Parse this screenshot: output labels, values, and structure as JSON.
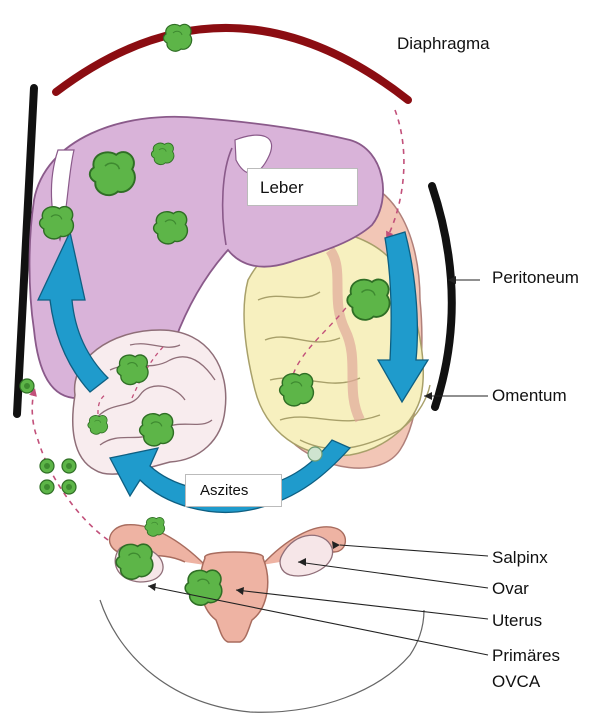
{
  "labels": {
    "diaphragma": "Diaphragma",
    "leber": "Leber",
    "peritoneum": "Peritoneum",
    "omentum": "Omentum",
    "aszites": "Aszites",
    "salpinx": "Salpinx",
    "ovar": "Ovar",
    "uterus": "Uterus",
    "primaeres_line1": "Primäres",
    "primaeres_line2": "OVCA"
  },
  "colors": {
    "liver": "#d9b3d9",
    "liver_outline": "#8a5a8a",
    "omentum": "#f7f0bf",
    "omentum_outline": "#a8a06a",
    "colon": "#f2c6b6",
    "small_bowel": "#f8ecee",
    "diaphragm": "#8b0d12",
    "peritoneum": "#111111",
    "arrow": "#1f9bcc",
    "arrow_outline": "#0e5f82",
    "tumor": "#5db548",
    "tumor_outline": "#2f6e25",
    "uterus": "#eeb3a3",
    "trail": "#c2507a"
  }
}
